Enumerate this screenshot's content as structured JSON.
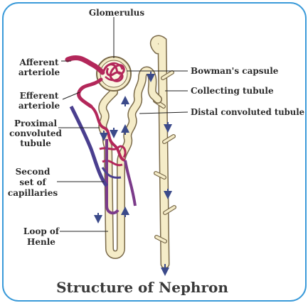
{
  "caption": "Structure of  Nephron",
  "labels": {
    "glomerulus": "Glomerulus",
    "afferent_1": "Afferent",
    "afferent_2": "arteriole",
    "efferent_1": "Efferent",
    "efferent_2": "arteriole",
    "proximal_1": "Proximal",
    "proximal_2": "convoluted",
    "proximal_3": "tubule",
    "second_1": "Second",
    "second_2": "set of",
    "second_3": "capillaries",
    "loop_1": "Loop of",
    "loop_2": "Henle",
    "bowman": "Bowman's capsule",
    "collecting": "Collecting tubule",
    "distal": "Distal convoluted tubule"
  },
  "colors": {
    "border": "#3a9ad9",
    "tubule_fill": "#f5ecc8",
    "tubule_outline": "#7a6a4a",
    "artery": "#b3275a",
    "vein": "#4a3f8f",
    "arrow": "#3b4a8a",
    "leader": "#222222"
  },
  "icons": [
    "flow-arrow-icon"
  ]
}
